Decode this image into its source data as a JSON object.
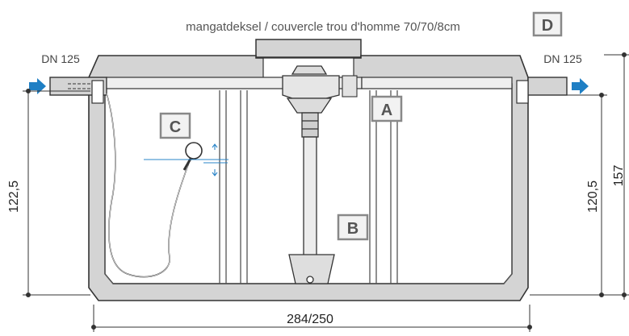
{
  "cover_label": "mangatdeksel / couvercle trou d'homme 70/70/8cm",
  "inlet_label": "DN 125",
  "outlet_label": "DN 125",
  "markers": {
    "a": "A",
    "b": "B",
    "c": "C",
    "d": "D"
  },
  "dimensions": {
    "inlet_height": "122,5",
    "outlet_height": "120,5",
    "total_height": "157",
    "length": "284/250"
  },
  "colors": {
    "arrow": "#1f7fc4",
    "water_line": "#2a84c8",
    "concrete": "#d4d4d4",
    "outline": "#333333"
  }
}
